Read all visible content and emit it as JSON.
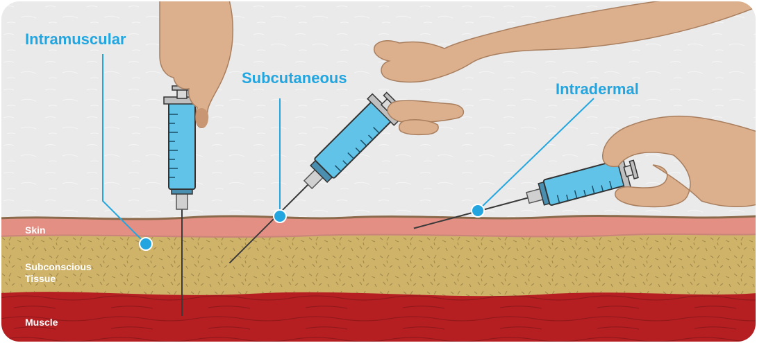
{
  "colors": {
    "background": "#eaeaea",
    "skin": "#e38f84",
    "subcutaneous": "#cfb369",
    "muscle": "#b51f22",
    "accent": "#23a6e0",
    "barrel": "#62c3e8",
    "hand": "#dcb08d"
  },
  "labels": {
    "intramuscular": "Intramuscular",
    "subcutaneous": "Subcutaneous",
    "intradermal": "Intradermal"
  },
  "layers": {
    "skin": "Skin",
    "tissue_line1": "Subconscious",
    "tissue_line2": "Tissue",
    "muscle": "Muscle"
  },
  "icons": [
    "hand-icon",
    "syringe-icon",
    "callout-dot-icon"
  ]
}
